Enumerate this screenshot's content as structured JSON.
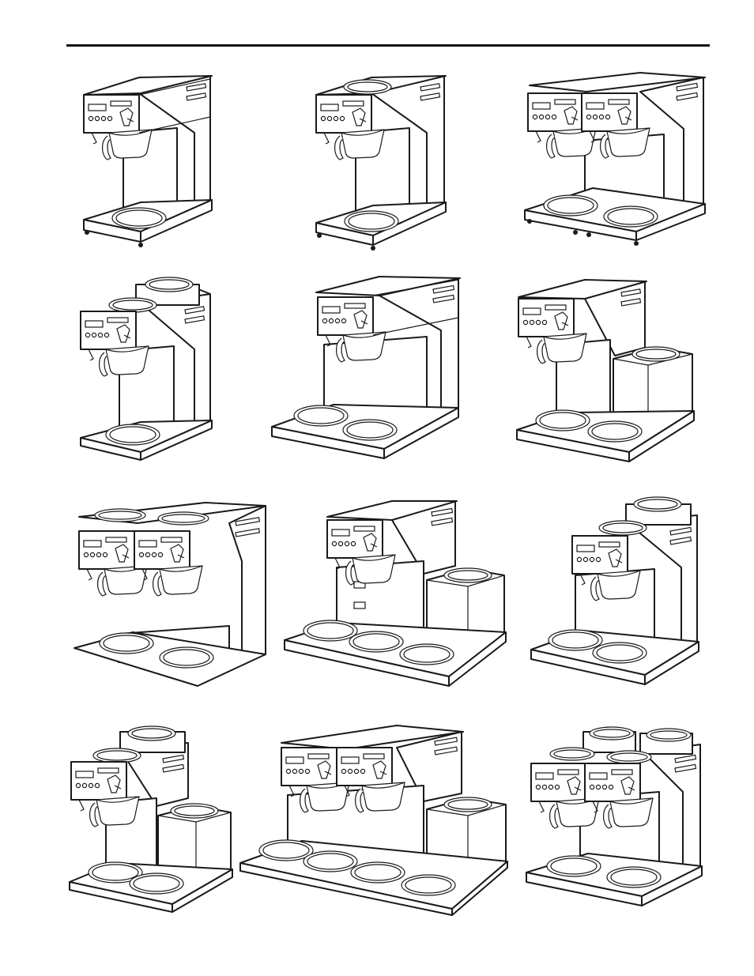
{
  "page": {
    "header_rule": "horizontal rule"
  },
  "figures": [
    {
      "id": 1,
      "type": "single-warmer-pourover",
      "icon": "coffee-brewer-icon"
    },
    {
      "id": 2,
      "type": "single-warmer-top-warmer",
      "icon": "coffee-brewer-icon"
    },
    {
      "id": 3,
      "type": "twin-brewer-two-warmers",
      "icon": "coffee-brewer-icon"
    },
    {
      "id": 4,
      "type": "two-top-warmers-one-lower",
      "icon": "coffee-brewer-icon"
    },
    {
      "id": 5,
      "type": "two-lower-warmers",
      "icon": "coffee-brewer-icon"
    },
    {
      "id": 6,
      "type": "two-lower-one-step-warmer",
      "icon": "coffee-brewer-icon"
    },
    {
      "id": 7,
      "type": "twin-brewer-four-warmers",
      "icon": "coffee-brewer-icon"
    },
    {
      "id": 8,
      "type": "three-lower-one-step-warmer",
      "icon": "coffee-brewer-icon"
    },
    {
      "id": 9,
      "type": "two-top-two-lower-warmers",
      "icon": "coffee-brewer-icon"
    },
    {
      "id": 10,
      "type": "two-top-two-lower-one-step",
      "icon": "coffee-brewer-icon"
    },
    {
      "id": 11,
      "type": "twin-brewer-four-lower-one-step",
      "icon": "coffee-brewer-icon"
    },
    {
      "id": 12,
      "type": "twin-brewer-four-top-two-lower",
      "icon": "coffee-brewer-icon"
    }
  ]
}
